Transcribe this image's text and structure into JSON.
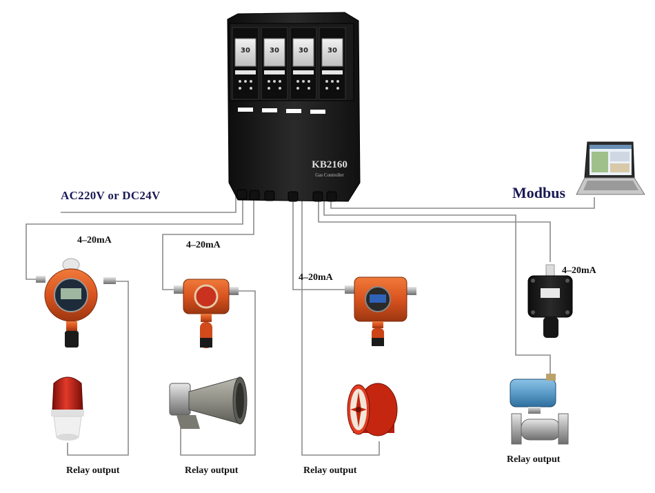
{
  "controller": {
    "model": "KB2160",
    "subtitle": "Gas Controller",
    "channels": [
      {
        "reading": "30"
      },
      {
        "reading": "30"
      },
      {
        "reading": "30"
      },
      {
        "reading": "30"
      }
    ]
  },
  "labels": {
    "power": "AC220V or DC24V",
    "modbus": "Modbus",
    "signal_1": "4–20mA",
    "signal_2": "4–20mA",
    "signal_3": "4–20mA",
    "signal_4": "4–20mA",
    "relay_1": "Relay output",
    "relay_2": "Relay output",
    "relay_3": "Relay output",
    "relay_4": "Relay output"
  },
  "colors": {
    "wire": "#8a8a8a",
    "controller_body": "#1b1b1b",
    "detector_orange": "#d9531f",
    "alarm_light_red": "#c41a12",
    "valve_blue": "#5b9bc8",
    "label_navy": "#1a1a55"
  }
}
